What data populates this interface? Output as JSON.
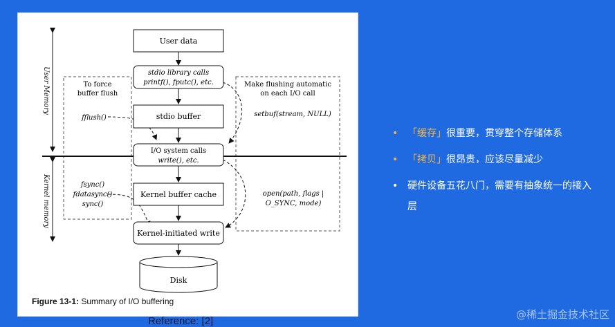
{
  "diagram": {
    "boxes": {
      "user_data": "User data",
      "stdio_calls_1": "stdio library calls",
      "stdio_calls_2": "printf(), fputc(), etc.",
      "stdio_buffer": "stdio buffer",
      "io_calls_1": "I/O system calls",
      "io_calls_2": "write(), etc.",
      "kernel_cache": "Kernel buffer cache",
      "kernel_write": "Kernel-initiated write",
      "disk": "Disk"
    },
    "side_labels": {
      "user_memory": "User Memory",
      "kernel_memory": "Kernel memory"
    },
    "left_box": {
      "title_1": "To force",
      "title_2": "buffer flush",
      "fflush": "fflush()",
      "fsync": "fsync()",
      "fdatasync": "fdatasync()",
      "sync": "sync()"
    },
    "right_box": {
      "title_1": "Make flushing automatic",
      "title_2": "on each I/O call",
      "setbuf": "setbuf(stream, NULL)",
      "open_1": "open(path, flags |",
      "open_2": "O_SYNC, mode)"
    },
    "caption_label": "Figure 13-1:",
    "caption_text": " Summary of I/O buffering"
  },
  "reference": "Reference: [2]",
  "bullets": [
    {
      "highlight": "「缓存」",
      "text": "很重要，贯穿整个存储体系"
    },
    {
      "highlight": "「拷贝」",
      "text": "很昂贵，应该尽量减少"
    },
    {
      "highlight": "",
      "text": "硬件设备五花八门，需要有抽象统一的接入层"
    }
  ],
  "watermark": "@稀土掘金技术社区",
  "colors": {
    "background": "#1f6ae0",
    "highlight": "#f5b642",
    "bullet": "#ffffff"
  }
}
